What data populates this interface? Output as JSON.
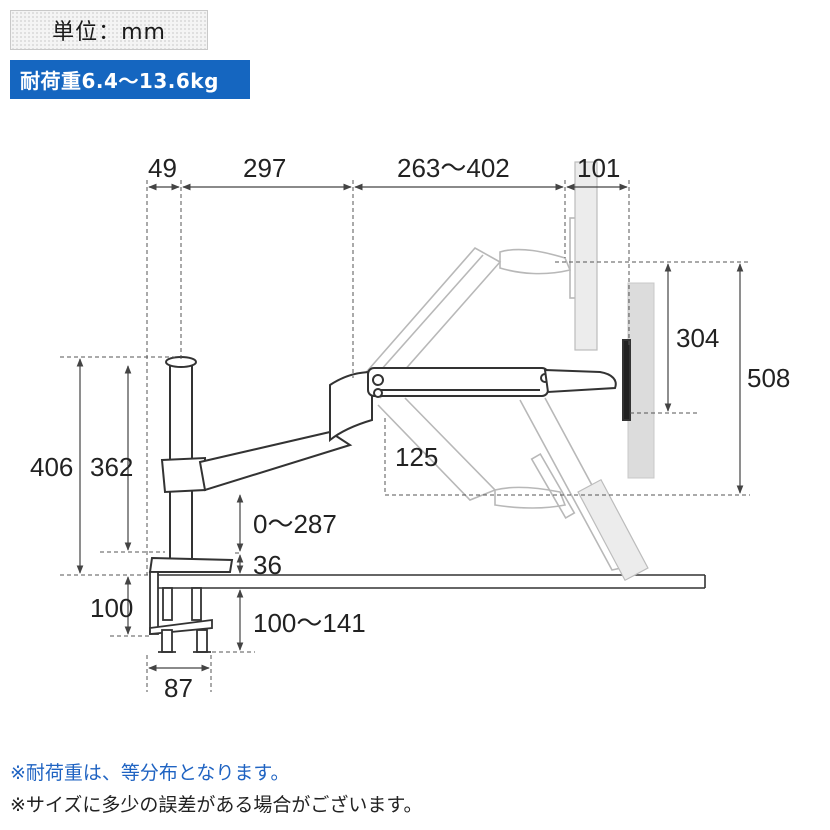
{
  "header": {
    "unit_label": "単位：mm",
    "load_label": "耐荷重6.4〜13.6kg"
  },
  "dimensions": {
    "top_49": "49",
    "top_297": "297",
    "top_263_402": "263〜402",
    "top_101": "101",
    "right_304": "304",
    "right_508": "508",
    "left_406": "406",
    "left_362": "362",
    "mid_125": "125",
    "mid_0_287": "0〜287",
    "mid_36": "36",
    "clamp_100": "100",
    "clamp_100_141": "100〜141",
    "clamp_87": "87"
  },
  "notes": {
    "load_note": "※耐荷重は、等分布となります。",
    "size_note": "※サイズに多少の誤差がある場合がございます。"
  },
  "colors": {
    "badge_bg": "#1566c0",
    "note_blue": "#1f63c2",
    "dim_line": "#555555",
    "ghost_arm": "#b5b5b5",
    "monitor_ghost": "#d9d9d9",
    "arm_outline": "#333333"
  }
}
